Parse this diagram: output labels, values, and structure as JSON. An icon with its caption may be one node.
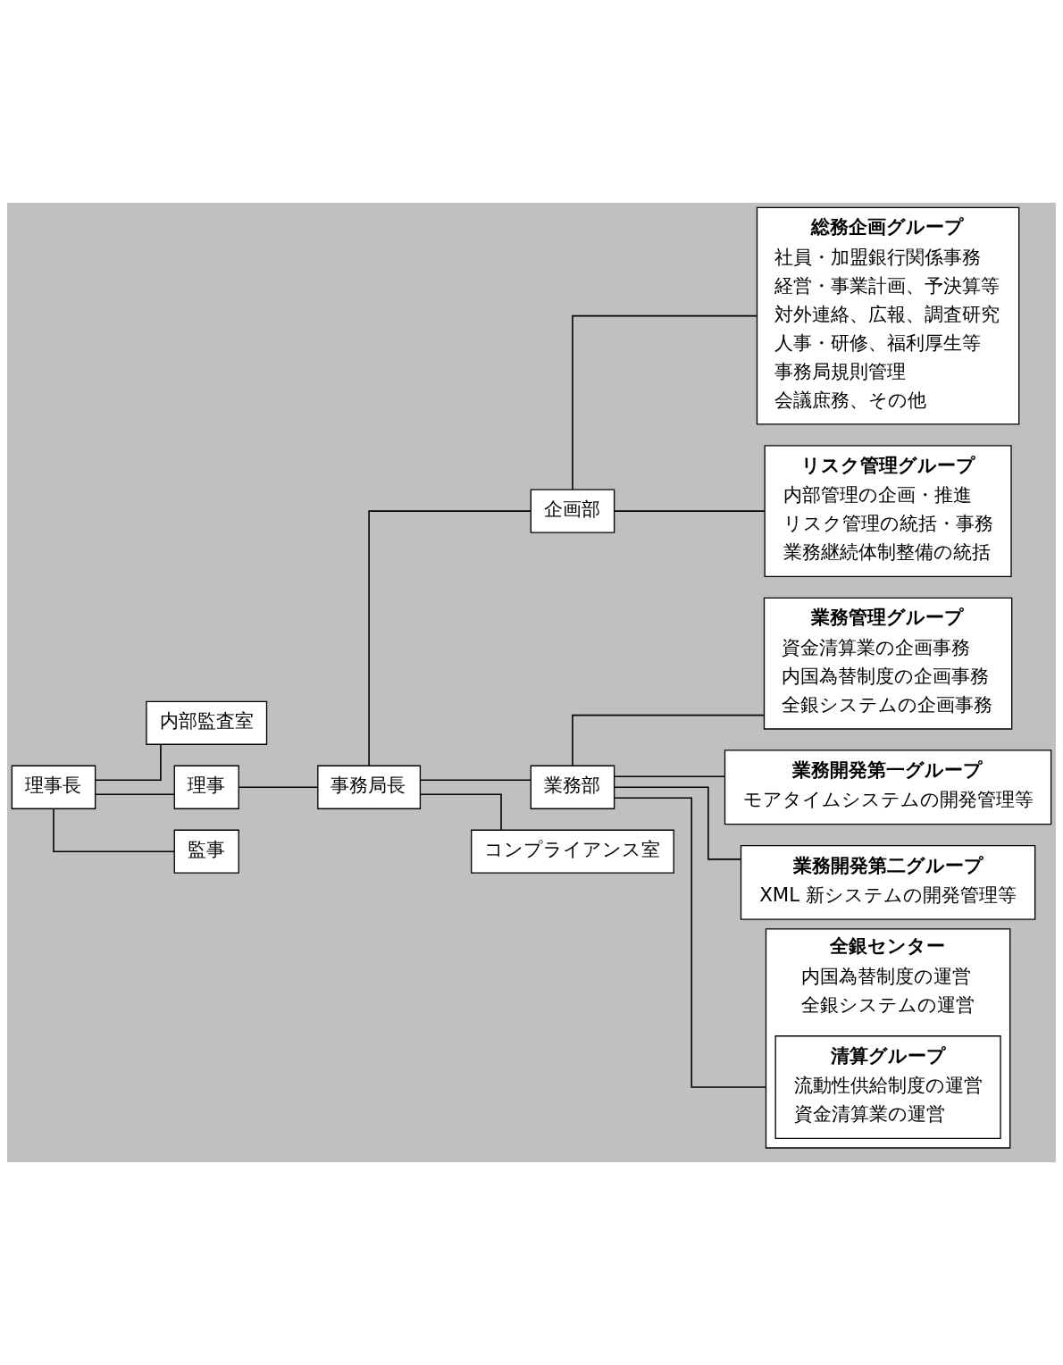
{
  "diagram": {
    "nodes": [
      {
        "text": [
          "理事長"
        ]
      },
      {
        "text": [
          "内部監査室"
        ]
      },
      {
        "text": [
          "理事"
        ]
      },
      {
        "text": [
          "監事"
        ]
      },
      {
        "text": [
          "事務局長"
        ]
      },
      {
        "text": [
          "企画部"
        ]
      },
      {
        "text": [
          "業務部"
        ]
      },
      {
        "text": [
          "コンプライアンス室"
        ]
      },
      {
        "text": [
          "総務企画グループ",
          "社員・加盟銀行関係事務",
          "経営・事業計画、予決算等",
          "対外連絡、広報、調査研究",
          "人事・研修、福利厚生等",
          "事務局規則管理",
          "会議庶務、その他"
        ]
      },
      {
        "text": [
          "リスク管理グループ",
          "内部管理の企画・推進",
          "リスク管理の統括・事務",
          "業務継続体制整備の統括"
        ]
      },
      {
        "text": [
          "業務管理グループ",
          "資金清算業の企画事務",
          "内国為替制度の企画事務",
          "全銀システムの企画事務"
        ]
      },
      {
        "text": [
          "業務開発第一グループ",
          "モアタイムシステムの開発管理等"
        ]
      },
      {
        "text": [
          "業務開発第二グループ",
          "XML 新システムの開発管理等"
        ]
      },
      {
        "text": [
          "全銀センター",
          "内国為替制度の運営",
          "全銀システムの運営"
        ]
      },
      {
        "text": [
          "清算グループ",
          "流動性供給制度の運営",
          "資金清算業の運営"
        ],
        "in": 13
      }
    ],
    "edges": [
      {
        "from": 0,
        "to": 1,
        "arrow": "none"
      },
      {
        "from": 0,
        "to": 2,
        "arrow": "none"
      },
      {
        "from": 0,
        "to": 3,
        "arrow": "none"
      },
      {
        "from": 2,
        "to": 4,
        "arrow": "none"
      },
      {
        "from": 4,
        "to": 5,
        "arrow": "none"
      },
      {
        "from": 4,
        "to": 6,
        "arrow": "none"
      },
      {
        "from": 4,
        "to": 7,
        "arrow": "none"
      },
      {
        "from": 5,
        "to": 8,
        "arrow": "none"
      },
      {
        "from": 5,
        "to": 9,
        "arrow": "none"
      },
      {
        "from": 6,
        "to": 10,
        "arrow": "none"
      },
      {
        "from": 6,
        "to": 11,
        "arrow": "none"
      },
      {
        "from": 6,
        "to": 12,
        "arrow": "none"
      },
      {
        "from": 6,
        "to": 13,
        "arrow": "none"
      }
    ]
  }
}
